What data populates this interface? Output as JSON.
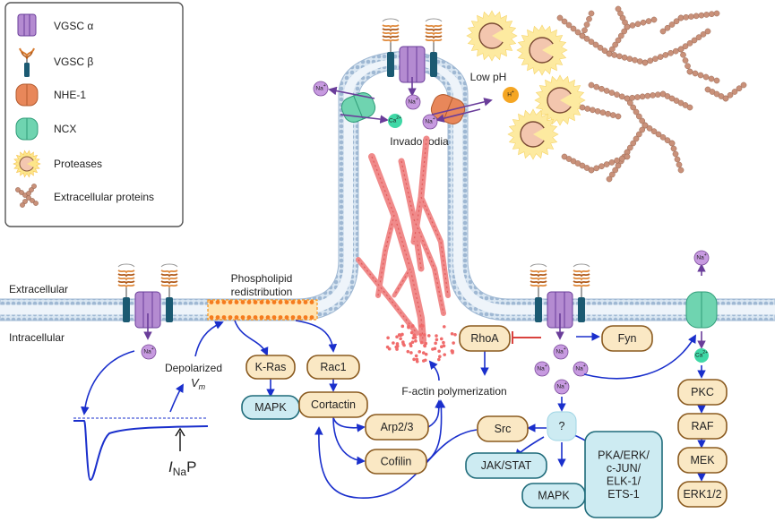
{
  "legend": {
    "items": [
      {
        "icon": "vgsc-alpha-icon",
        "label": "VGSC α"
      },
      {
        "icon": "vgsc-beta-icon",
        "label": "VGSC β"
      },
      {
        "icon": "nhe1-icon",
        "label": "NHE-1"
      },
      {
        "icon": "ncx-icon",
        "label": "NCX"
      },
      {
        "icon": "protease-icon",
        "label": "Proteases"
      },
      {
        "icon": "extracellular-protein-icon",
        "label": "Extracellular proteins"
      }
    ]
  },
  "labels": {
    "extracellular": "Extracellular",
    "intracellular": "Intracellular",
    "phospholipid_1": "Phospholipid",
    "phospholipid_2": "redistribution",
    "invadopodia": "Invadopodia",
    "low_ph": "Low pH",
    "depolarized": "Depolarized",
    "vm_v": "V",
    "vm_sub": "m",
    "inap_i": "I",
    "inap_sub": "Na",
    "inap_p": "P",
    "factin": "F-actin polymerization"
  },
  "ions": {
    "na": "Na",
    "plus": "+",
    "ca": "Ca",
    "two_plus": "2+",
    "h": "H"
  },
  "nodes": {
    "kras": "K-Ras",
    "mapk_left": "MAPK",
    "rac1": "Rac1",
    "cortactin": "Cortactin",
    "arp23": "Arp2/3",
    "cofilin": "Cofilin",
    "rhoa": "RhoA",
    "fyn": "Fyn",
    "src": "Src",
    "unknown": "?",
    "jakstat": "JAK/STAT",
    "mapk_right": "MAPK",
    "pka_1": "PKA/ERK/",
    "pka_2": "c-JUN/",
    "pka_3": "ELK-1/",
    "pka_4": "ETS-1",
    "pkc": "PKC",
    "raf": "RAF",
    "mek": "MEK",
    "erk12": "ERK1/2"
  },
  "colors": {
    "membrane": "#b9cfe4",
    "head": "#a6bdd6",
    "vgsc_alpha": "#b48bd1",
    "vgsc_beta": "#1b5a72",
    "nhe1": "#e8875a",
    "ncx": "#6fd4b0",
    "signal_fill": "#fae8c4",
    "signal_stroke": "#8a5a1f",
    "effector_fill": "#cdebf2",
    "effector_stroke": "#1f6b7a",
    "arrow": "#1a2fcc",
    "ion_fill": "#c79ae0",
    "ca_fill": "#3fd8a6",
    "h_fill": "#f5a623",
    "actin": "#f07a7a"
  }
}
